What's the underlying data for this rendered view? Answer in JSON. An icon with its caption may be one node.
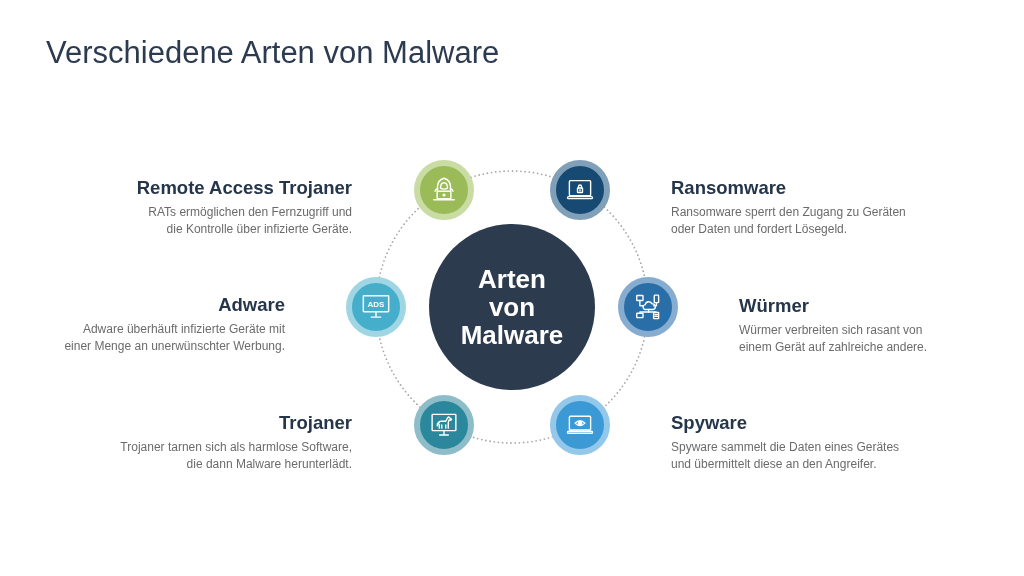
{
  "diagram": {
    "title": "Verschiedene Arten von Malware",
    "nodes": [
      {
        "text": [],
        "shape": "circle",
        "beside": [
          "Remote Access Trojaner",
          "RATs ermöglichen den Fernzugriff und die Kontrolle über infizierte Geräte."
        ]
      },
      {
        "text": [],
        "shape": "circle",
        "beside": [
          "Ransomware",
          "Ransomware sperrt den Zugang zu Geräten oder Daten und fordert Lösegeld."
        ]
      },
      {
        "text": [],
        "shape": "circle",
        "beside": [
          "Adware",
          "Adware überhäuft infizierte Geräte mit einer Menge an unerwünschter Werbung."
        ]
      },
      {
        "text": [
          "Arten von Malware"
        ]
      },
      {
        "text": [],
        "shape": "circle",
        "beside": [
          "Würmer",
          "Würmer verbreiten sich rasant von einem Gerät auf zahlreiche andere."
        ]
      },
      {
        "text": [],
        "shape": "circle",
        "beside": [
          "Trojaner",
          "Trojaner tarnen sich als harmlose Software, die dann Malware herunterlädt."
        ]
      },
      {
        "text": [],
        "shape": "circle",
        "beside": [
          "Spyware",
          "Spyware sammelt die Daten eines Gerätes und übermittelt diese an den Angreifer."
        ]
      }
    ],
    "edges": [
      {
        "from": 0,
        "to": 1,
        "arrow": "none",
        "style": "dashed"
      },
      {
        "from": 1,
        "to": 4,
        "arrow": "none",
        "style": "dashed"
      },
      {
        "from": 4,
        "to": 6,
        "arrow": "none",
        "style": "dashed"
      },
      {
        "from": 6,
        "to": 5,
        "arrow": "none",
        "style": "dashed"
      },
      {
        "from": 5,
        "to": 2,
        "arrow": "none",
        "style": "dashed"
      },
      {
        "from": 2,
        "to": 0,
        "arrow": "none",
        "style": "dashed"
      }
    ],
    "labels": [
      "ADS"
    ]
  }
}
